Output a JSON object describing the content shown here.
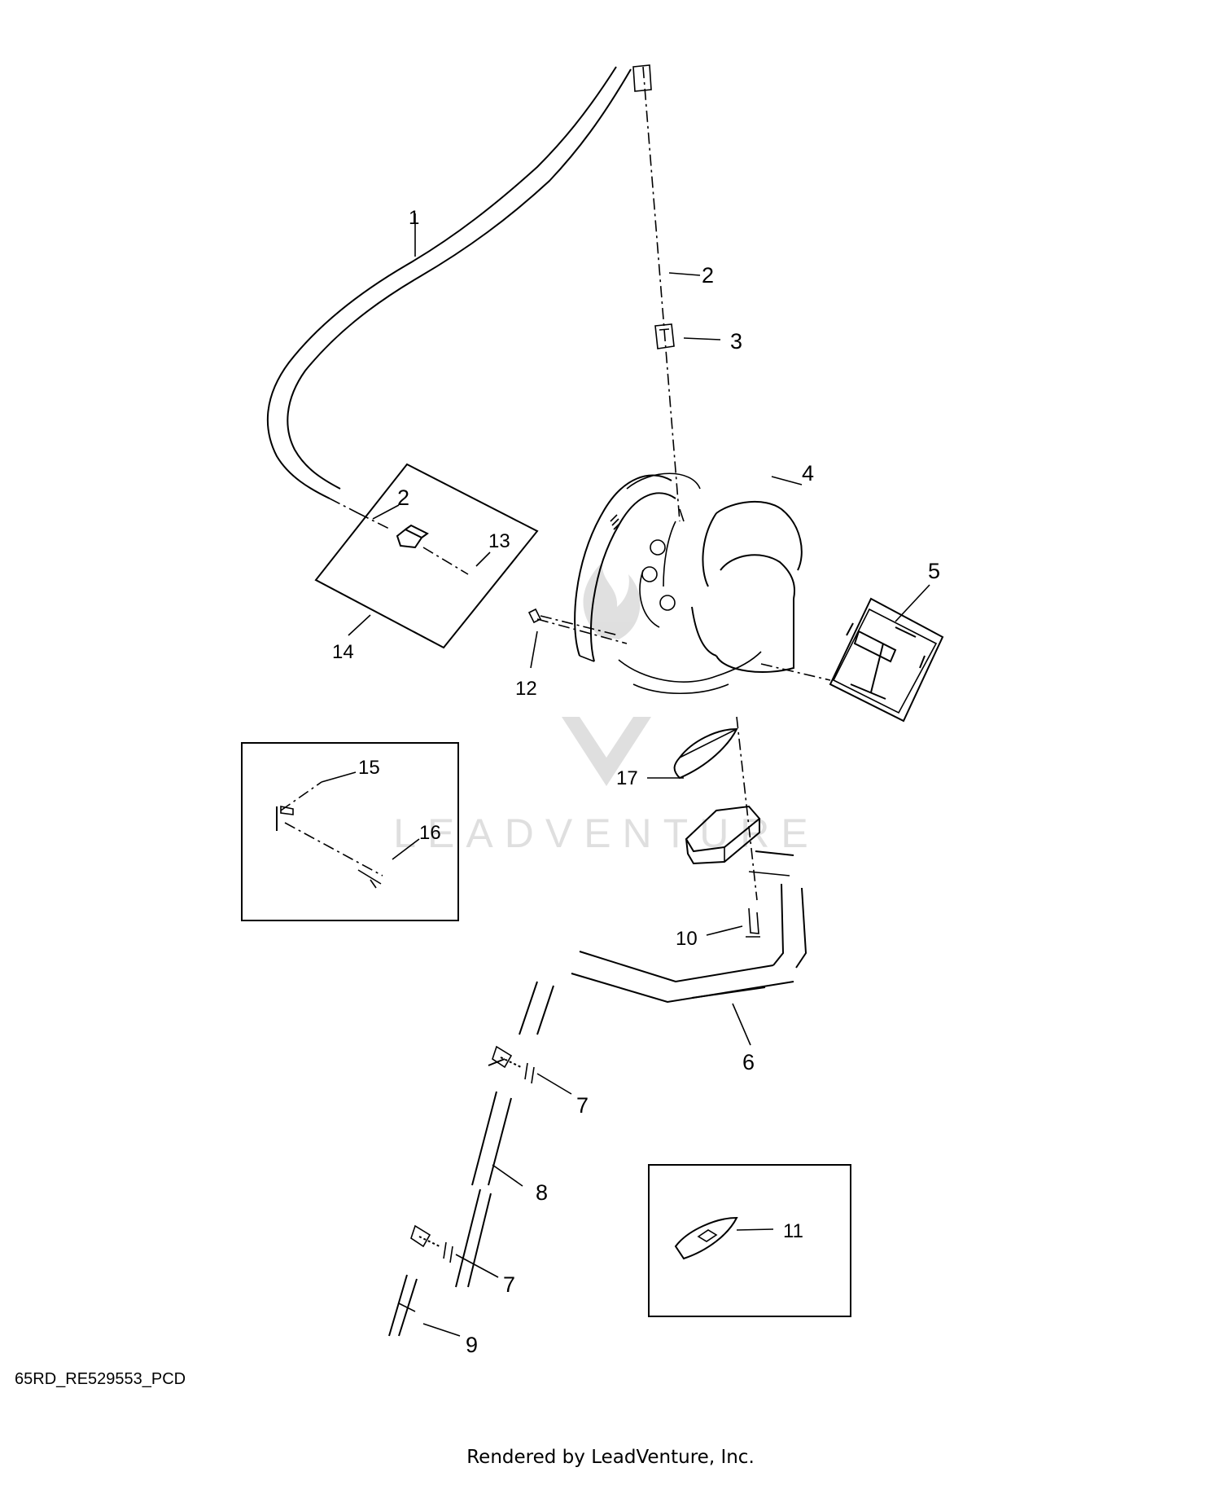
{
  "callouts": {
    "c1": "1",
    "c2a": "2",
    "c3": "3",
    "c4": "4",
    "c5": "5",
    "c2b": "2",
    "c13": "13",
    "c14": "14",
    "c12": "12",
    "c15": "15",
    "c16": "16",
    "c17": "17",
    "c10": "10",
    "c6": "6",
    "c7a": "7",
    "c8": "8",
    "c7b": "7",
    "c9": "9",
    "c11": "11"
  },
  "watermark": "LEADVENTURE",
  "diagram_id": "65RD_RE529553_PCD",
  "credit": "Rendered by LeadVenture, Inc."
}
